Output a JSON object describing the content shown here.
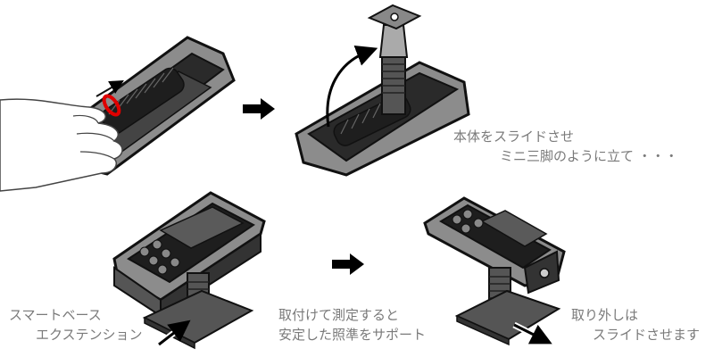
{
  "captions": {
    "step1": {
      "line1": "本体をスライドさせ",
      "line2": "ミニ三脚のように立て ・・・"
    },
    "base": {
      "line1": "スマートベース",
      "line2": "エクステンション"
    },
    "measure": {
      "line1": "取付けて測定すると",
      "line2": "安定した照準をサポート"
    },
    "remove": {
      "line1": "取り外しは",
      "line2": "スライドさせます"
    }
  },
  "colors": {
    "device_body": "#8c8c8c",
    "device_dark": "#1e1e1e",
    "screen": "#5a5a5a",
    "accent_red": "#e00000",
    "caption_text": "#7a7a7a",
    "arrow": "#000000"
  }
}
